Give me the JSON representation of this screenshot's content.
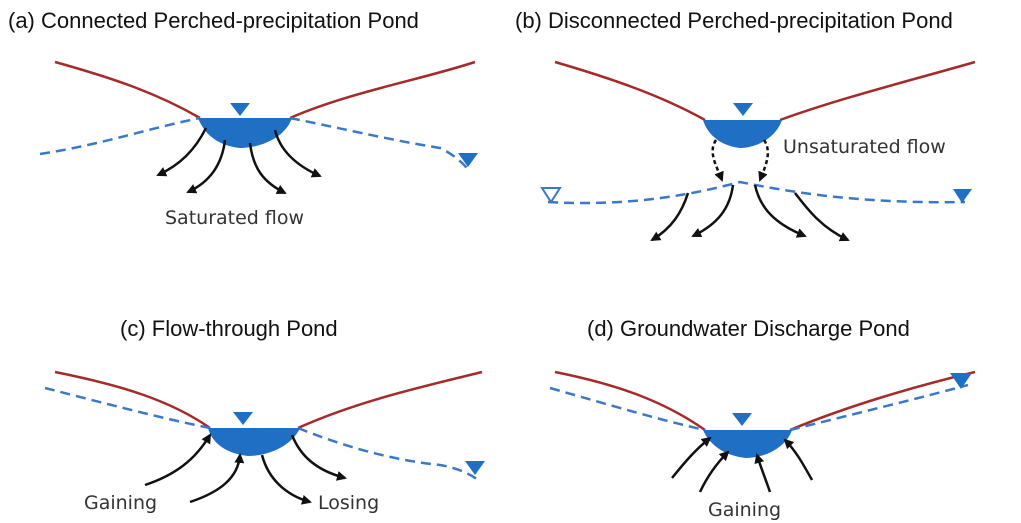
{
  "panels": {
    "a": {
      "title": "(a) Connected Perched-precipitation Pond",
      "labels": [
        "Saturated flow"
      ]
    },
    "b": {
      "title": "(b) Disconnected Perched-precipitation Pond",
      "labels": [
        "Unsaturated flow"
      ]
    },
    "c": {
      "title": "(c) Flow-through Pond",
      "labels": [
        "Gaining",
        "Losing"
      ]
    },
    "d": {
      "title": "(d) Groundwater Discharge Pond",
      "labels": [
        "Gaining"
      ]
    }
  },
  "colors": {
    "land_surface": "#a52a2a",
    "water_table": "#3a78c8",
    "pond": "#1f6fc5",
    "flow_arrow": "#111111"
  }
}
